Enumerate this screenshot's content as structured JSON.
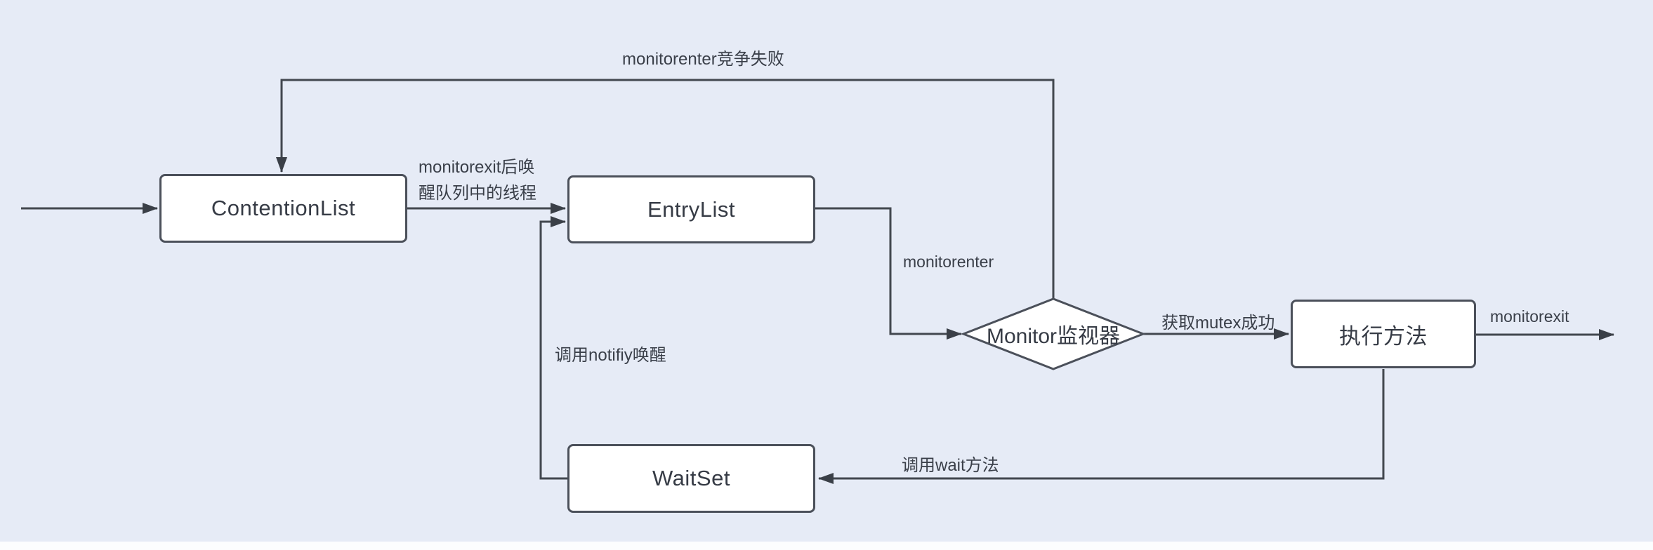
{
  "diagram": {
    "title_hint": "Java Monitor lock flow",
    "colors": {
      "background": "#e6ebf6",
      "line": "#42474f",
      "node_fill": "#ffffff",
      "node_border": "#4b505a",
      "text": "#3a3f49"
    },
    "nodes": {
      "contention_list": {
        "label": "ContentionList",
        "shape": "rect"
      },
      "entry_list": {
        "label": "EntryList",
        "shape": "rect"
      },
      "monitor": {
        "label": "Monitor监视器",
        "shape": "diamond"
      },
      "execute_method": {
        "label": "执行方法",
        "shape": "rect"
      },
      "wait_set": {
        "label": "WaitSet",
        "shape": "rect"
      }
    },
    "edge_labels": {
      "enter_fail": "monitorenter竞争失败",
      "exit_wake_line1": "monitorexit后唤",
      "exit_wake_line2": "醒队列中的线程",
      "monitorenter": "monitorenter",
      "acquire_mutex": "获取mutex成功",
      "monitorexit": "monitorexit",
      "notify": "调用notifiy唤醒",
      "wait": "调用wait方法"
    }
  }
}
